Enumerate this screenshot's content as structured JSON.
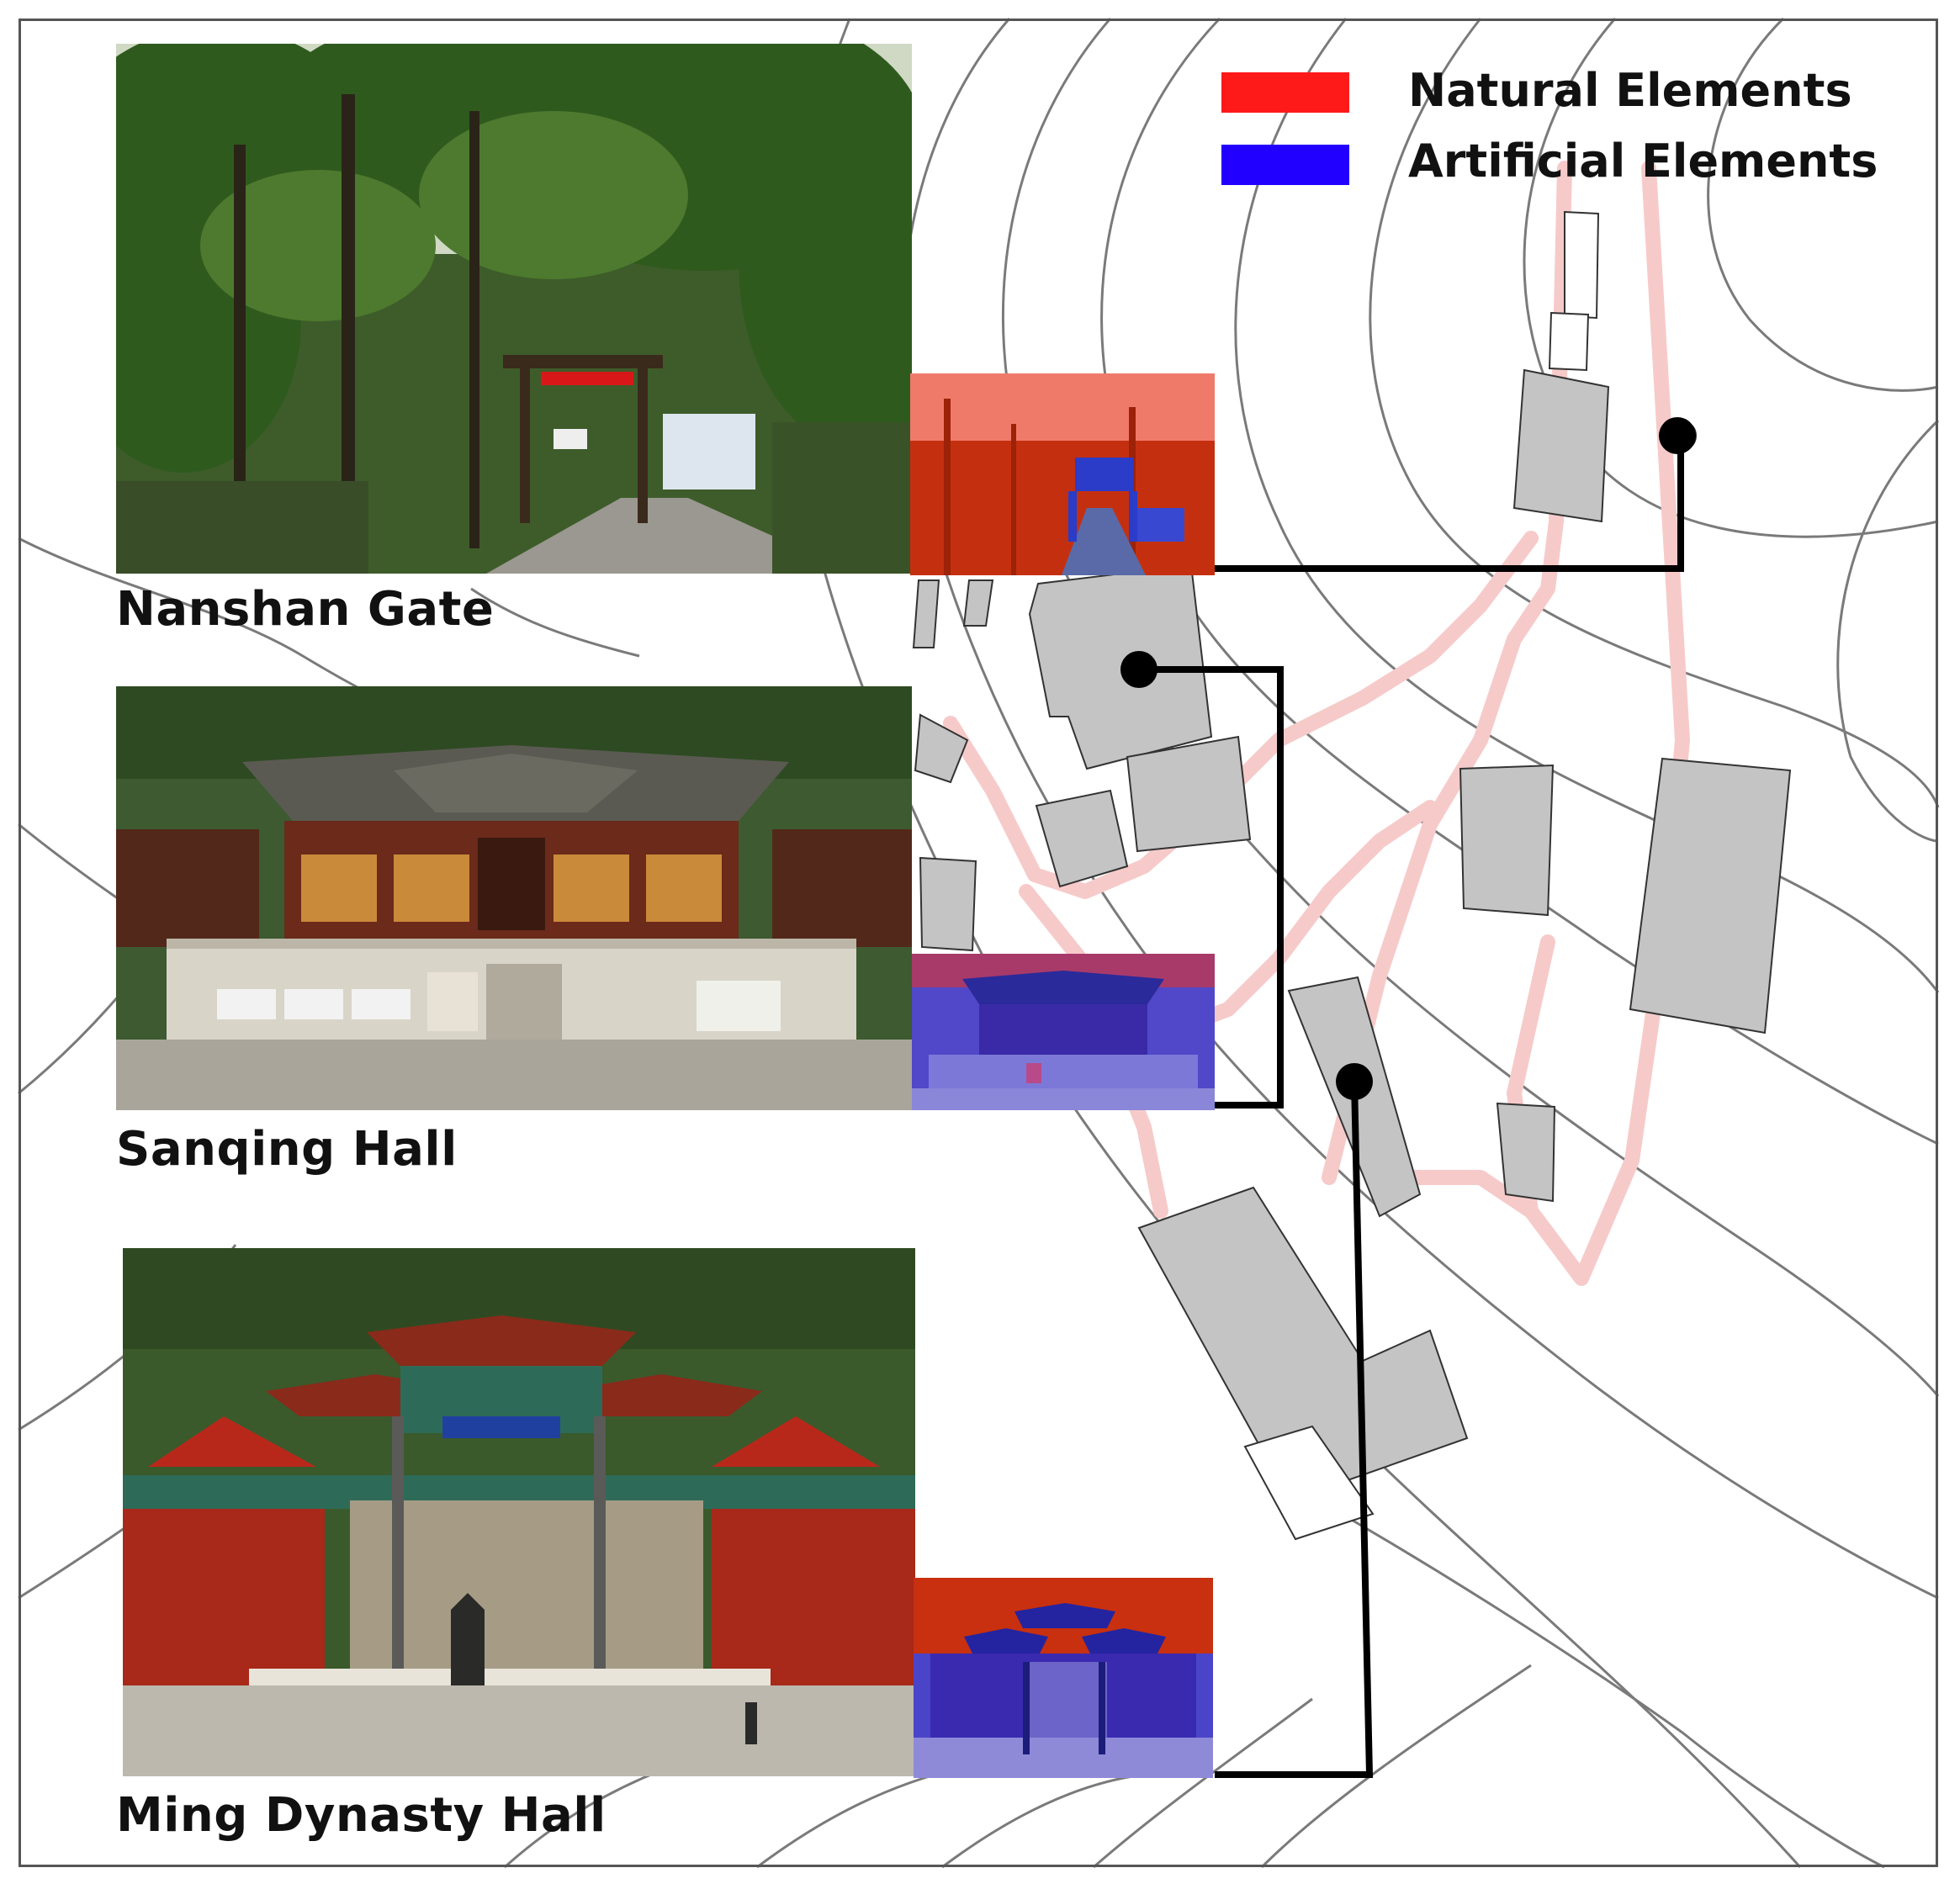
{
  "legend": {
    "items": [
      {
        "label": "Natural Elements",
        "color": "#ff1a1a"
      },
      {
        "label": "Artificial Elements",
        "color": "#2200ff"
      }
    ]
  },
  "sites": [
    {
      "label": "Nanshan Gate",
      "photo_icon": "forest-gate-photo",
      "seg_icon": "segmentation-gate"
    },
    {
      "label": "Sanqing Hall",
      "photo_icon": "temple-hall-photo",
      "seg_icon": "segmentation-hall"
    },
    {
      "label": "Ming Dynasty Hall",
      "photo_icon": "ming-hall-photo",
      "seg_icon": "segmentation-ming"
    }
  ],
  "colors": {
    "contour": "#7a7a7a",
    "building": "#c4c4c4",
    "path": "#f7caca",
    "leader": "#000000"
  }
}
